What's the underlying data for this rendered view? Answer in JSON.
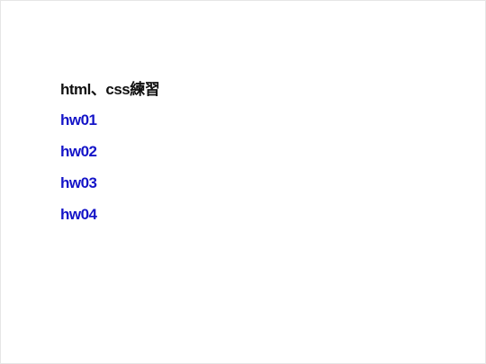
{
  "title": "html、css練習",
  "links": [
    {
      "label": "hw01"
    },
    {
      "label": "hw02"
    },
    {
      "label": "hw03"
    },
    {
      "label": "hw04"
    }
  ],
  "colors": {
    "link": "#1515c8",
    "text": "#111111",
    "background": "#ffffff"
  }
}
